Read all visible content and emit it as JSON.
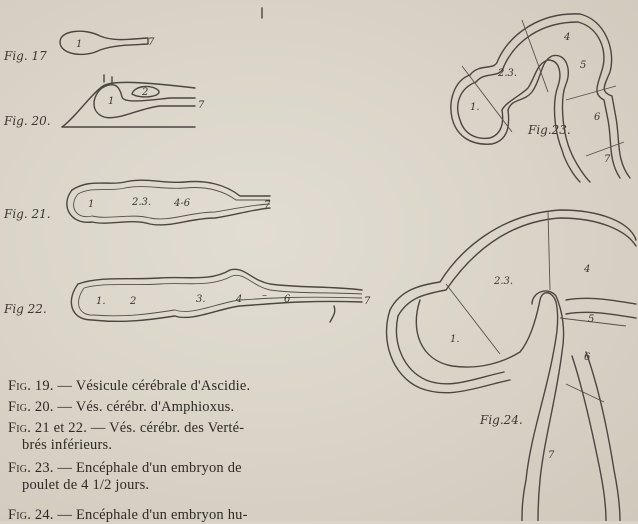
{
  "figures": {
    "fig17": {
      "label": "Fig. 17",
      "zones": [
        "1",
        "7"
      ]
    },
    "fig20": {
      "label": "Fig. 20.",
      "zones": [
        "1",
        "2",
        "7"
      ]
    },
    "fig21": {
      "label": "Fig. 21.",
      "zones": [
        "1",
        "2.3.",
        "4-6",
        "7"
      ]
    },
    "fig22": {
      "label": "Fig 22.",
      "zones": [
        "1.",
        "2",
        "3.",
        "4",
        "6",
        "7"
      ]
    },
    "fig23": {
      "label": "Fig.23.",
      "zones": [
        "1.",
        "2.3.",
        "4",
        "5",
        "6",
        "7"
      ]
    },
    "fig24": {
      "label": "Fig.24.",
      "zones": [
        "1.",
        "2.3.",
        "4",
        "5",
        "6",
        "7"
      ]
    }
  },
  "captions": [
    {
      "fig": "Fig.",
      "text": "19. — Vésicule cérébrale d'Ascidie."
    },
    {
      "fig": "Fig.",
      "text": "20. — Vés. cérébr. d'Amphioxus."
    },
    {
      "fig": "Fig.",
      "text": "21 et 22. — Vés. cérébr. des Verté-",
      "cont": "brés inférieurs."
    },
    {
      "fig": "Fig.",
      "text": "23. — Encéphale d'un embryon de",
      "cont": "poulet de 4 1/2 jours."
    },
    {
      "fig": "Fig.",
      "text": "24. — Encéphale d'un embryon hu-"
    }
  ]
}
